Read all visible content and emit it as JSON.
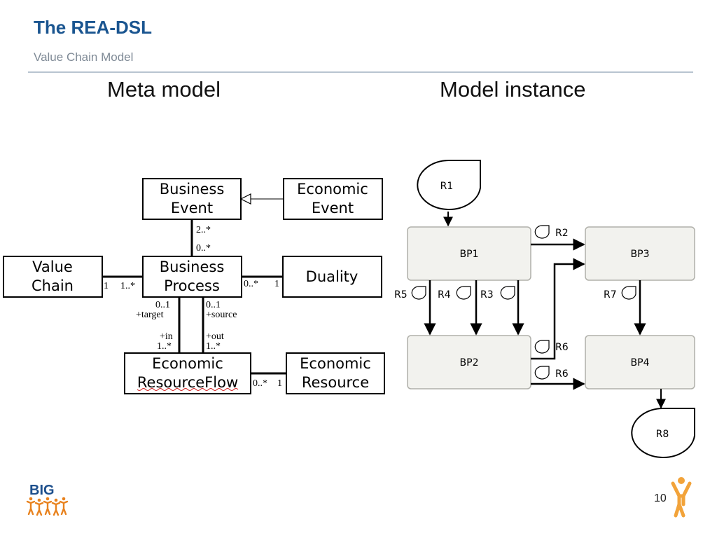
{
  "slide": {
    "title": "The REA-DSL",
    "subtitle": "Value Chain Model",
    "page_number": "10"
  },
  "meta_model": {
    "heading": "Meta model",
    "classes": {
      "business_event": [
        "Business",
        "Event"
      ],
      "economic_event": [
        "Economic",
        "Event"
      ],
      "value_chain": [
        "Value",
        "Chain"
      ],
      "business_process": [
        "Business",
        "Process"
      ],
      "duality": [
        "Duality"
      ],
      "economic_resource_flow": [
        "Economic",
        "ResourceFlow"
      ],
      "economic_resource": [
        "Economic",
        "Resource"
      ]
    },
    "multiplicities": {
      "be_bp_top": "2..*",
      "be_bp_bottom": "0..*",
      "vc_end": "1",
      "bp_vc_end": "1..*",
      "bp_duality_end": "0..*",
      "duality_end": "1",
      "target_mult": "0..1",
      "target_role": "+target",
      "source_mult": "0..1",
      "source_role": "+source",
      "in_role": "+in",
      "in_mult": "1..*",
      "out_role": "+out",
      "out_mult": "1..*",
      "erf_end": "0..*",
      "er_end": "1"
    }
  },
  "model_instance": {
    "heading": "Model instance",
    "processes": [
      "BP1",
      "BP2",
      "BP3",
      "BP4"
    ],
    "resources": {
      "r1": "R1",
      "r2": "R2",
      "r3": "R3",
      "r4": "R4",
      "r5": "R5",
      "r6a": "R6",
      "r6b": "R6",
      "r7": "R7",
      "r8": "R8"
    }
  },
  "logo": {
    "text": "BIG"
  }
}
